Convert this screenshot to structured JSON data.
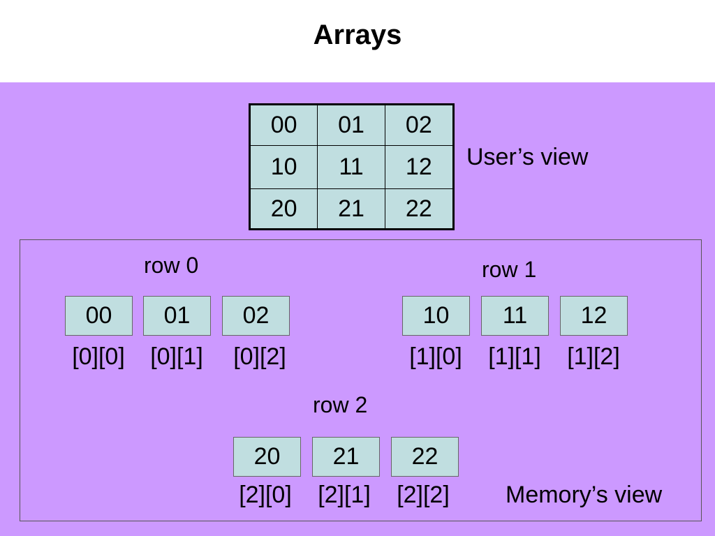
{
  "title": "Arrays",
  "users_view": {
    "label": "User’s view",
    "grid": [
      [
        "00",
        "01",
        "02"
      ],
      [
        "10",
        "11",
        "12"
      ],
      [
        "20",
        "21",
        "22"
      ]
    ]
  },
  "memory_view": {
    "label": "Memory’s view",
    "rows": [
      {
        "label": "row 0",
        "cells": [
          {
            "value": "00",
            "index": "[0][0]"
          },
          {
            "value": "01",
            "index": "[0][1]"
          },
          {
            "value": "02",
            "index": "[0][2]"
          }
        ]
      },
      {
        "label": "row 1",
        "cells": [
          {
            "value": "10",
            "index": "[1][0]"
          },
          {
            "value": "11",
            "index": "[1][1]"
          },
          {
            "value": "12",
            "index": "[1][2]"
          }
        ]
      },
      {
        "label": "row 2",
        "cells": [
          {
            "value": "20",
            "index": "[2][0]"
          },
          {
            "value": "21",
            "index": "[2][1]"
          },
          {
            "value": "22",
            "index": "[2][2]"
          }
        ]
      }
    ]
  },
  "colors": {
    "background_panel": "#cc99ff",
    "cell_fill": "#c0dee0"
  }
}
